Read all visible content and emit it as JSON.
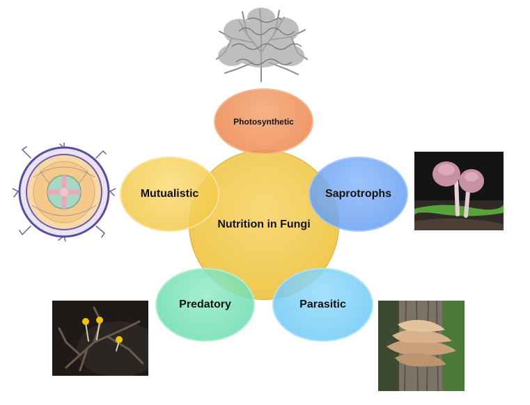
{
  "diagram": {
    "center_label": "Nutrition in Fungi",
    "types": {
      "photosynthetic": "Photosynthetic",
      "saprotrophs": "Saprotrophs",
      "parasitic": "Parasitic",
      "predatory": "Predatory",
      "mutualistic": "Mutualistic"
    }
  },
  "colors": {
    "center": "#ECBE32",
    "photosynthetic": "#EC824B",
    "saprotrophs": "#5A96F0",
    "parasitic": "#64C3F5",
    "predatory": "#5FD7AA",
    "mutualistic": "#F0C33C"
  },
  "images": {
    "photosynthetic": "lichen-illustration",
    "saprotrophs": "pink-mushrooms-photo",
    "parasitic": "bracket-fungus-on-tree-photo",
    "predatory": "cordyceps-on-insect-photo",
    "mutualistic": "mycorrhiza-root-cross-section-illustration"
  }
}
